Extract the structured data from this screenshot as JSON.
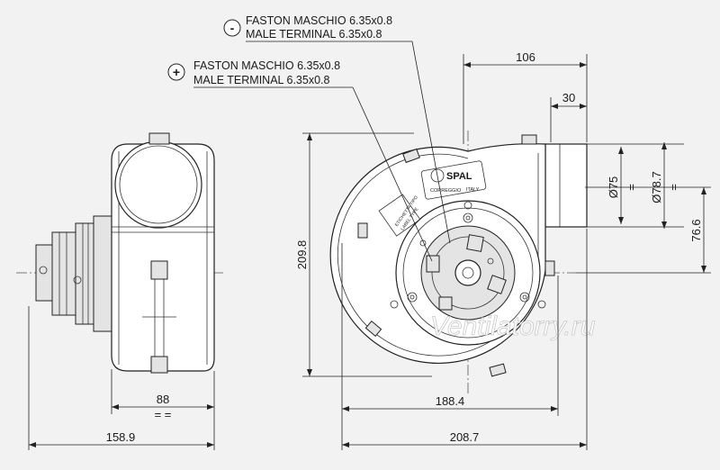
{
  "callouts": {
    "negative": {
      "symbol": "-",
      "line1": "FASTON MASCHIO 6.35x0.8",
      "line2": "MALE TERMINAL 6.35x0.8"
    },
    "positive": {
      "symbol": "+",
      "line1": "FASTON MASCHIO 6.35x0.8",
      "line2": "MALE TERMINAL 6.35x0.8"
    }
  },
  "dimensions": {
    "side_width": "88",
    "side_width_marks": "= =",
    "overall_depth": "158.9",
    "front_width": "188.4",
    "overall_width": "208.7",
    "height": "209.8",
    "outlet_offset": "106",
    "outlet_length": "30",
    "outlet_inner_dia": "Ø75",
    "outlet_outer_dia": "Ø78.7",
    "outlet_center_height": "76.6",
    "equal_mark": "="
  },
  "labels": {
    "brand": "SPAL",
    "city": "CORREGGIO",
    "country": "ITALY",
    "label_line1": "ETICHETTA TIPO",
    "label_line2": "LABEL TYPE"
  },
  "watermark": "Ventilatorry.ru",
  "colors": {
    "background": "#f2f2f2",
    "line": "#222222"
  }
}
